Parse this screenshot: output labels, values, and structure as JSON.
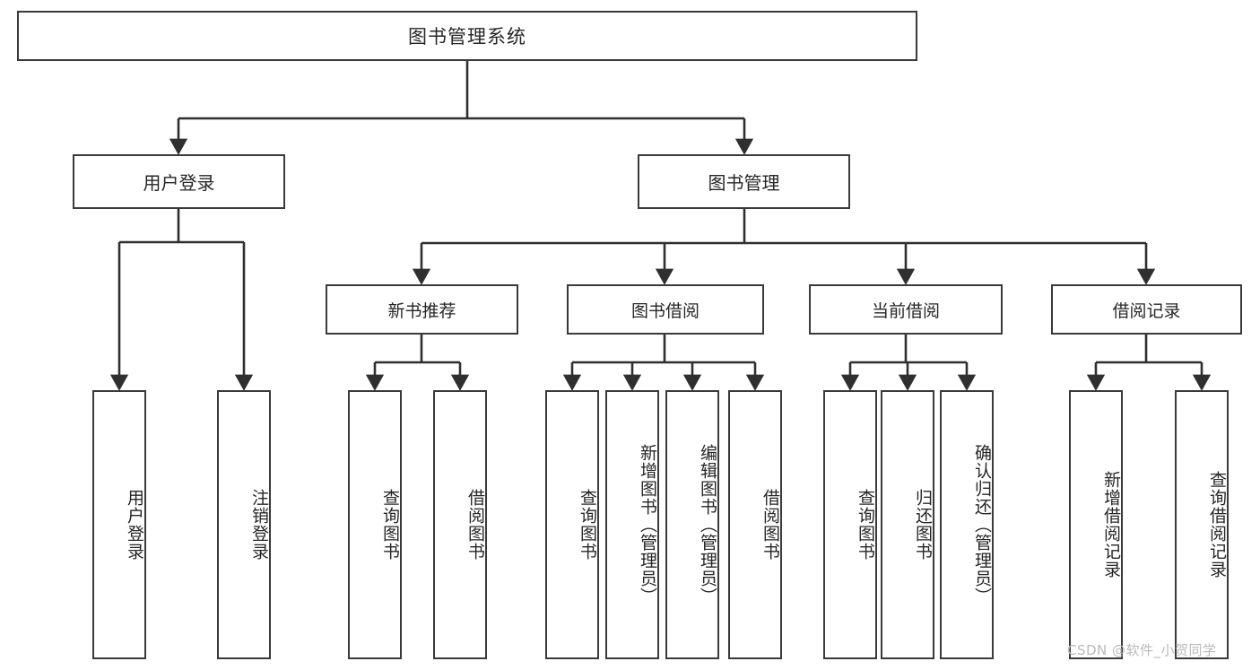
{
  "diagram": {
    "type": "tree",
    "title": "图书管理系统",
    "root": {
      "label": "图书管理系统"
    },
    "level1": [
      {
        "label": "用户登录"
      },
      {
        "label": "图书管理"
      }
    ],
    "level2": [
      {
        "label": "新书推荐"
      },
      {
        "label": "图书借阅"
      },
      {
        "label": "当前借阅"
      },
      {
        "label": "借阅记录"
      }
    ],
    "leaves": {
      "user_login": [
        {
          "label": "用户登录"
        },
        {
          "label": "注销登录"
        }
      ],
      "new_book_recommend": [
        {
          "label": "查询图书"
        },
        {
          "label": "借阅图书"
        }
      ],
      "book_borrow": [
        {
          "label": "查询图书"
        },
        {
          "label": "新增图书（管理员）"
        },
        {
          "label": "编辑图书（管理员）"
        },
        {
          "label": "借阅图书"
        }
      ],
      "current_borrow": [
        {
          "label": "查询图书"
        },
        {
          "label": "归还图书"
        },
        {
          "label": "确认归还（管理员）"
        }
      ],
      "borrow_record": [
        {
          "label": "新增借阅记录"
        },
        {
          "label": "查询借阅记录"
        }
      ]
    },
    "watermark": "CSDN @软件_小贺同学",
    "colors": {
      "border": "#3a3a3a",
      "text": "#262626",
      "background": "#ffffff",
      "watermark": "#b9b9b9"
    }
  }
}
